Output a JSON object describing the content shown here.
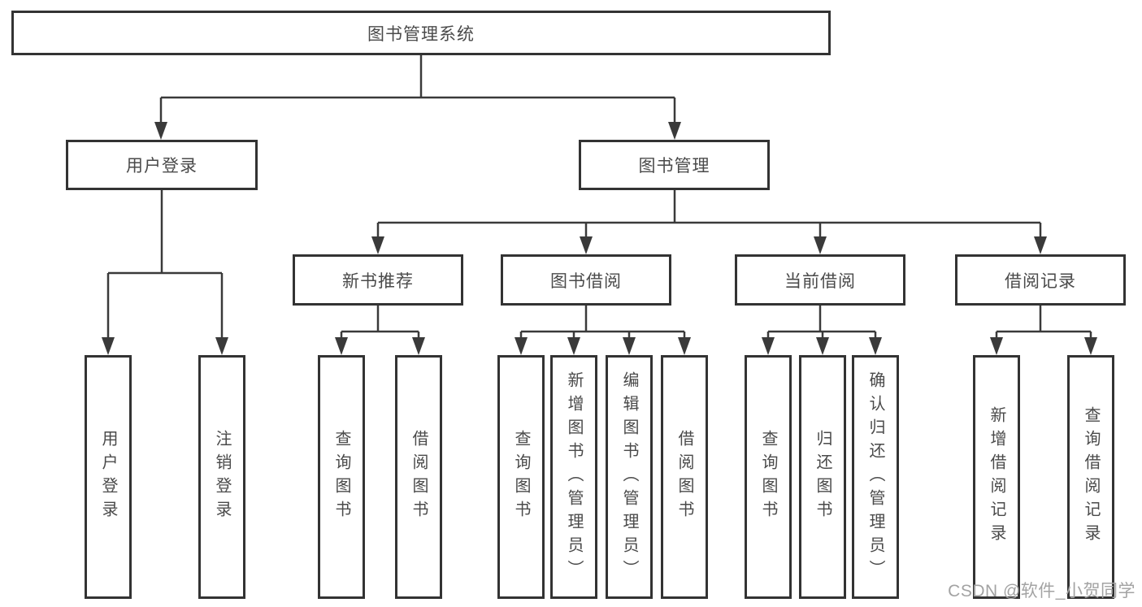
{
  "colors": {
    "line": "#3a3a3a",
    "box_border": "#333333",
    "text": "#4a4a4a",
    "background": "#ffffff",
    "watermark": "#a3a3a3"
  },
  "nodes": {
    "root": {
      "label": "图书管理系统"
    },
    "user_login": {
      "label": "用户登录"
    },
    "book_management": {
      "label": "图书管理"
    },
    "new_book_recommend": {
      "label": "新书推荐"
    },
    "book_borrowing": {
      "label": "图书借阅"
    },
    "current_borrowing": {
      "label": "当前借阅"
    },
    "borrowing_records": {
      "label": "借阅记录"
    },
    "leaves": [
      {
        "label": "用户登录"
      },
      {
        "label": "注销登录"
      },
      {
        "label": "查询图书"
      },
      {
        "label": "借阅图书"
      },
      {
        "label": "查询图书"
      },
      {
        "label": "新增图书（管理员）"
      },
      {
        "label": "编辑图书（管理员）"
      },
      {
        "label": "借阅图书"
      },
      {
        "label": "查询图书"
      },
      {
        "label": "归还图书"
      },
      {
        "label": "确认归还（管理员）"
      },
      {
        "label": "新增借阅记录"
      },
      {
        "label": "查询借阅记录"
      }
    ]
  },
  "watermark": {
    "text": "CSDN @软件_小贺同学"
  }
}
